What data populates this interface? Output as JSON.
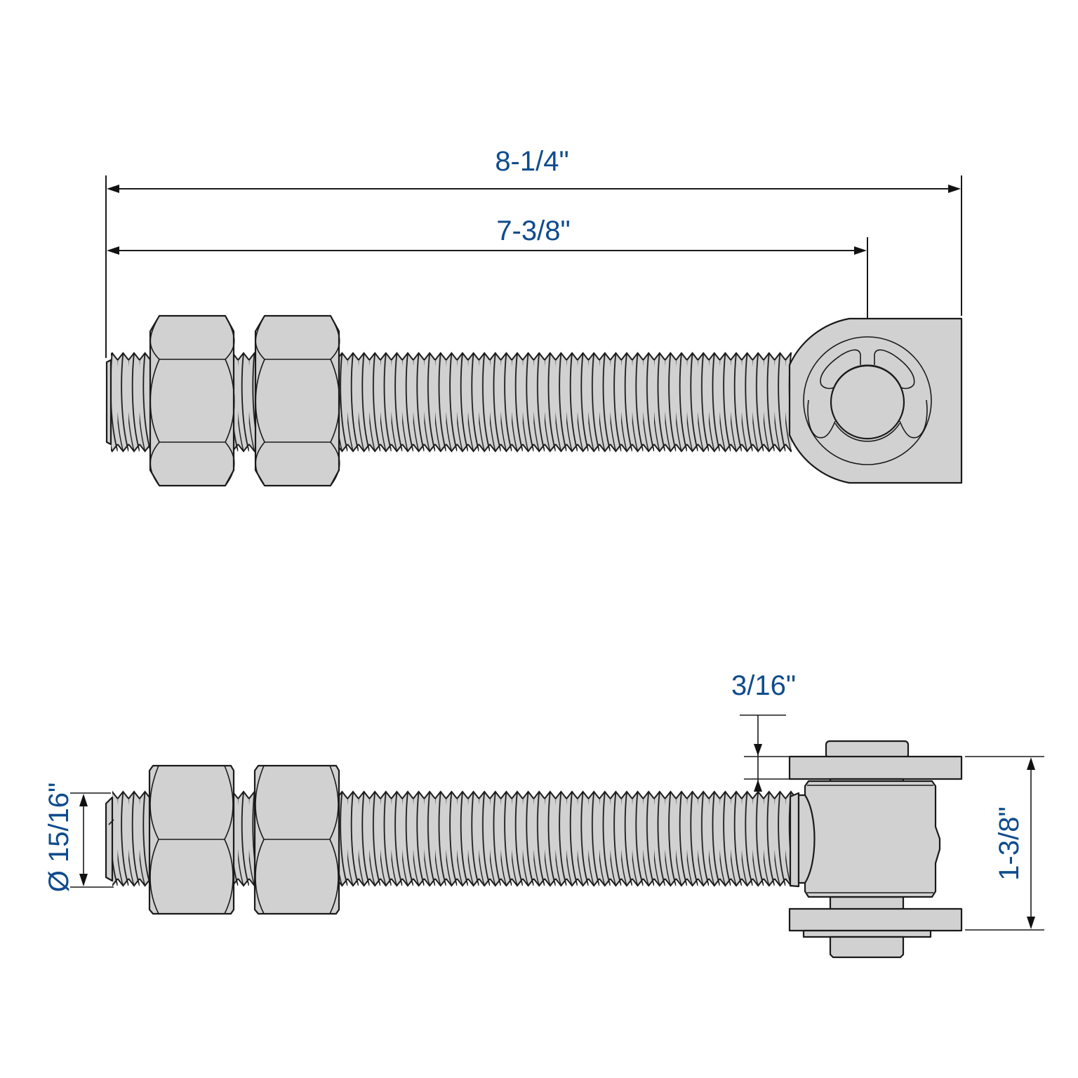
{
  "drawing": {
    "title": "Hinge bolt with two hex nuts – dimensional drawing",
    "accent_color": "#0f4c8c",
    "part_fill": "#d1d1d1",
    "outline_color": "#1a1a1a"
  },
  "top_view": {
    "name": "Top view",
    "dimensions": {
      "overall_length": "8-1/4\"",
      "length_to_pin_center": "7-3/8\""
    },
    "components": [
      "threaded rod",
      "hex nut",
      "hex nut",
      "eye with pin and retaining clip"
    ]
  },
  "side_view": {
    "name": "Side view",
    "dimensions": {
      "washer_thickness": "3/16\"",
      "eye_height": "1-3/8\"",
      "thread_diameter": "Ø 15/16\""
    },
    "components": [
      "threaded rod",
      "hex nut",
      "hex nut",
      "hinge eye body",
      "upper washer",
      "lower washer",
      "pin"
    ]
  }
}
